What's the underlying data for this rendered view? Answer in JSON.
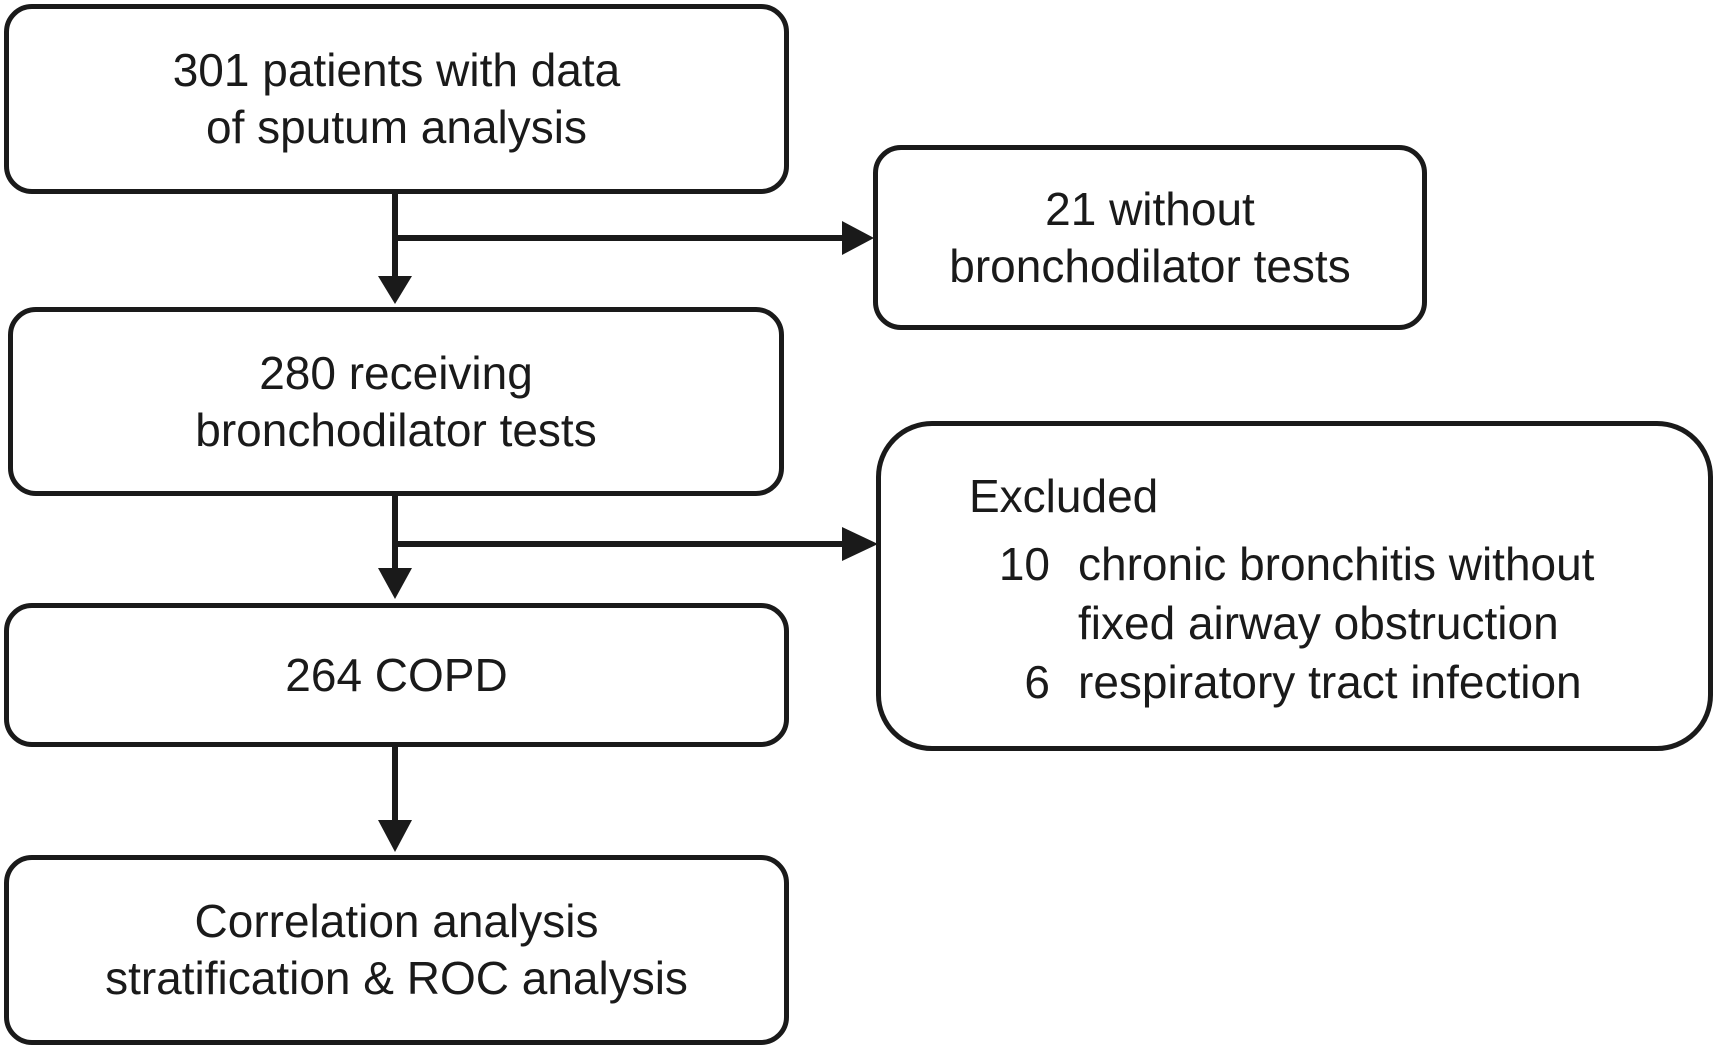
{
  "flowchart": {
    "boxes": [
      {
        "id": "initial",
        "lines": [
          "301 patients with data",
          "of sputum analysis"
        ]
      },
      {
        "id": "bd-tested",
        "lines": [
          "280 receiving",
          "bronchodilator tests"
        ]
      },
      {
        "id": "copd",
        "lines": [
          "264 COPD"
        ]
      },
      {
        "id": "analysis",
        "lines": [
          "Correlation analysis",
          "stratification & ROC analysis"
        ]
      }
    ],
    "side_boxes": [
      {
        "id": "no-bd",
        "lines": [
          "21 without",
          "bronchodilator tests"
        ]
      }
    ],
    "excluded": {
      "title": "Excluded",
      "items": [
        {
          "count": "10",
          "reason_lines": [
            "chronic bronchitis without",
            "fixed airway obstruction"
          ]
        },
        {
          "count": "6",
          "reason_lines": [
            "respiratory tract infection"
          ]
        }
      ]
    }
  }
}
